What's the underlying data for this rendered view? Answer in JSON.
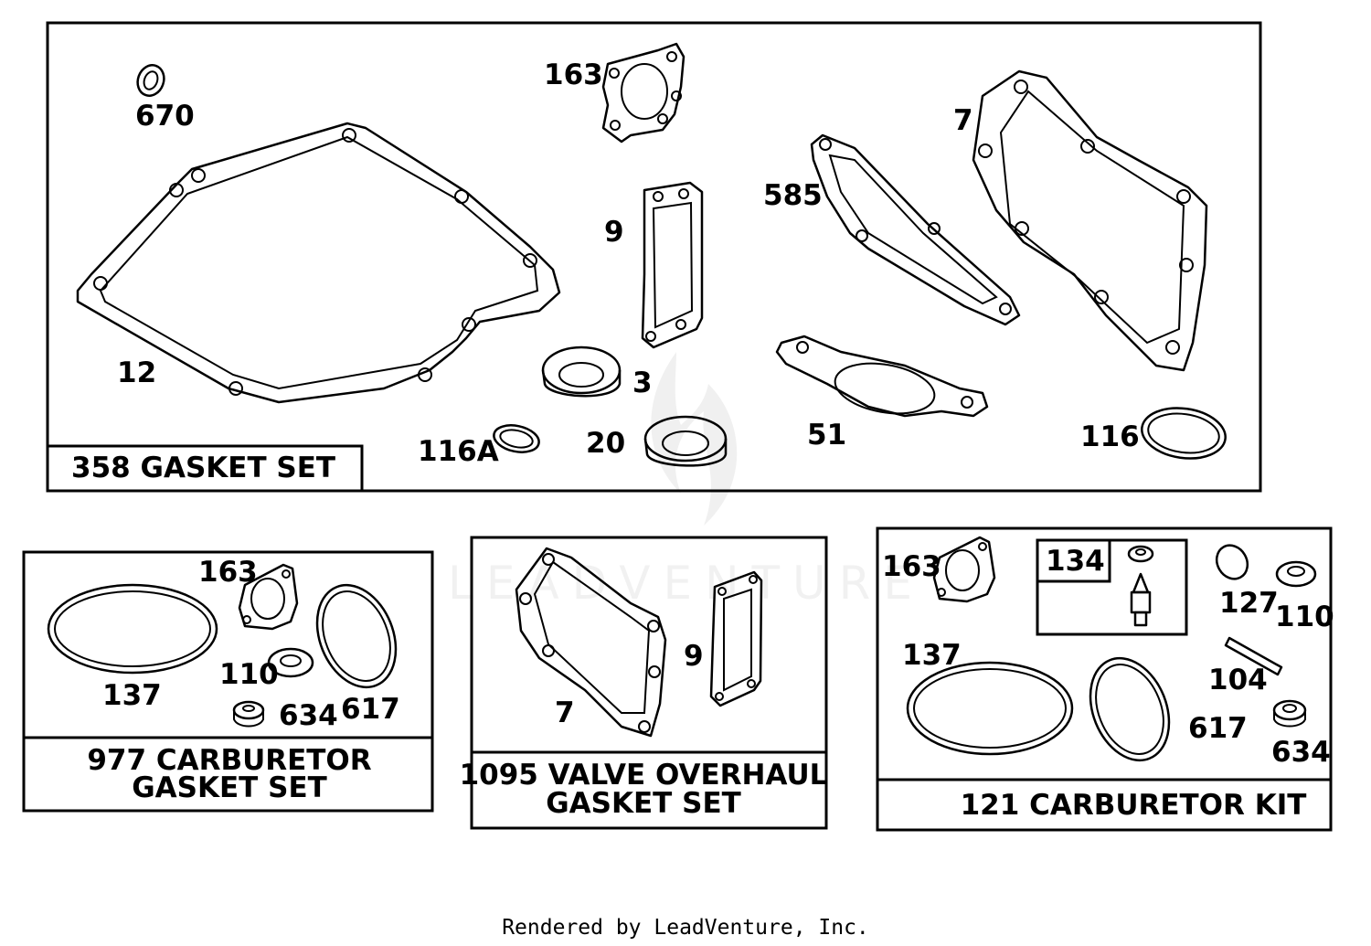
{
  "watermark": "LEADVENTURE",
  "footer": "Rendered by LeadVenture, Inc.",
  "kits": {
    "gasket_set": "358 GASKET SET",
    "carb_gasket_l1": "977 CARBURETOR",
    "carb_gasket_l2": "GASKET SET",
    "valve_l1": "1095 VALVE OVERHAUL",
    "valve_l2": "GASKET SET",
    "carb_kit": "121 CARBURETOR KIT"
  },
  "parts_main": [
    "670",
    "163",
    "7",
    "585",
    "9",
    "12",
    "3",
    "20",
    "116A",
    "51",
    "116"
  ],
  "parts_carb_gasket": [
    "163",
    "137",
    "110",
    "634",
    "617"
  ],
  "parts_valve": [
    "9",
    "7"
  ],
  "parts_carb_kit": [
    "163",
    "134",
    "127",
    "110",
    "137",
    "104",
    "617",
    "634"
  ]
}
